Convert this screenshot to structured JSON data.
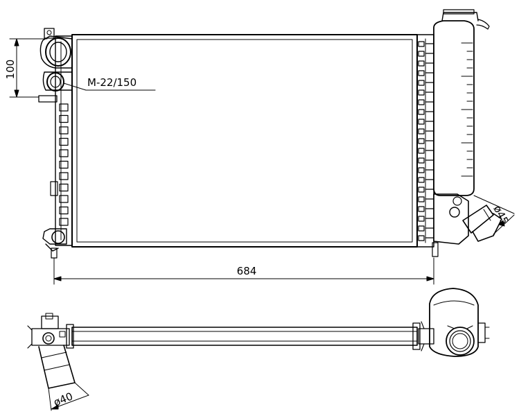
{
  "drawing": {
    "stroke_color": "#000000",
    "background_color": "#ffffff"
  },
  "dimensions": {
    "height_label": "100",
    "thread_label": "M-22/150",
    "width_label": "684",
    "outlet_diameter_label": "ø45",
    "inlet_diameter_label": "ø40"
  }
}
